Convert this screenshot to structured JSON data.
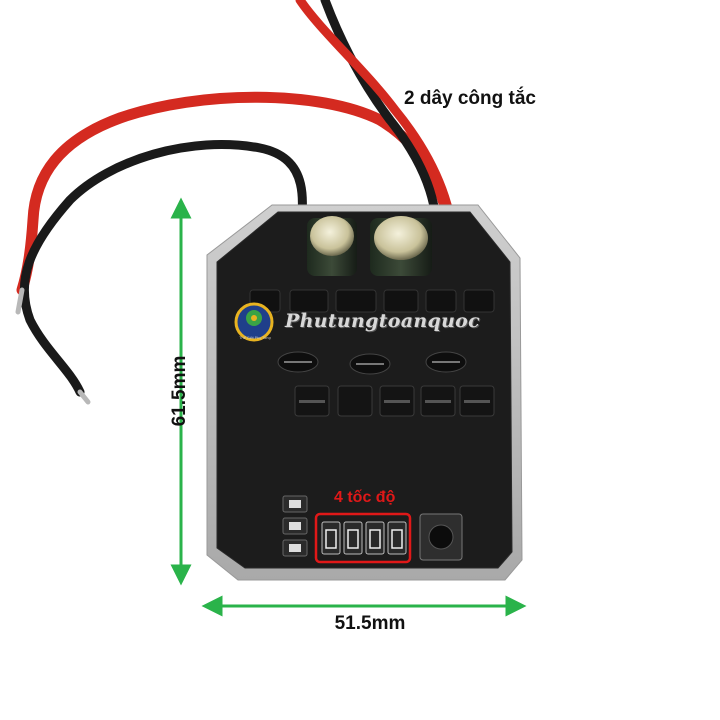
{
  "annotations": {
    "switch_wires": "2 dây công tắc",
    "height": "61.5mm",
    "width": "51.5mm",
    "speeds": "4 tốc độ"
  },
  "board": {
    "watermark": "Phutungtoanquoc",
    "logo_caption": "Thế Giới Phụ Tùng"
  },
  "colors": {
    "arrow_green": "#2ab34a",
    "highlight_red": "#e01818",
    "wire_red": "#d42a20",
    "wire_black": "#1a1a1a",
    "board_black": "#1c1c1c"
  }
}
